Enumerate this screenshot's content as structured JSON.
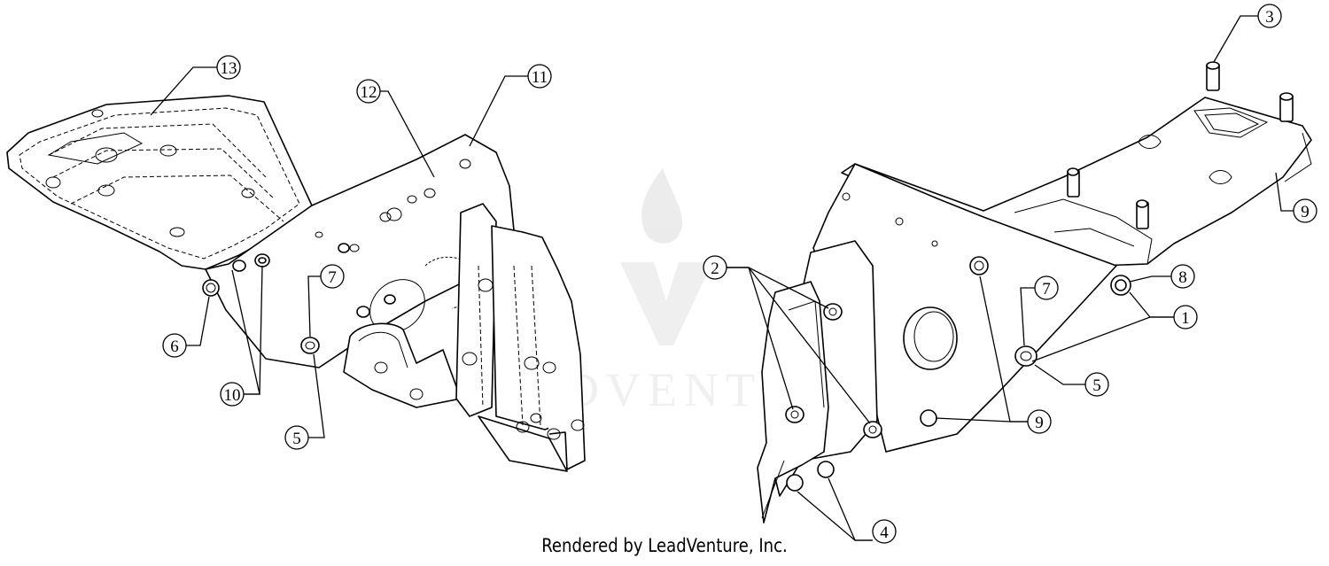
{
  "footer": {
    "credit": "Rendered by LeadVenture, Inc."
  },
  "watermark": {
    "text": "LEADVENTURE",
    "color": "#d9d9d9"
  },
  "callouts": [
    {
      "id": "c13",
      "label": "13"
    },
    {
      "id": "c12",
      "label": "12"
    },
    {
      "id": "c11",
      "label": "11"
    },
    {
      "id": "c7a",
      "label": "7"
    },
    {
      "id": "c6",
      "label": "6"
    },
    {
      "id": "c10",
      "label": "10"
    },
    {
      "id": "c5a",
      "label": "5"
    },
    {
      "id": "c3",
      "label": "3"
    },
    {
      "id": "c9a",
      "label": "9"
    },
    {
      "id": "c2",
      "label": "2"
    },
    {
      "id": "c8",
      "label": "8"
    },
    {
      "id": "c7b",
      "label": "7"
    },
    {
      "id": "c1",
      "label": "1"
    },
    {
      "id": "c5b",
      "label": "5"
    },
    {
      "id": "c9b",
      "label": "9"
    },
    {
      "id": "c4",
      "label": "4"
    }
  ]
}
